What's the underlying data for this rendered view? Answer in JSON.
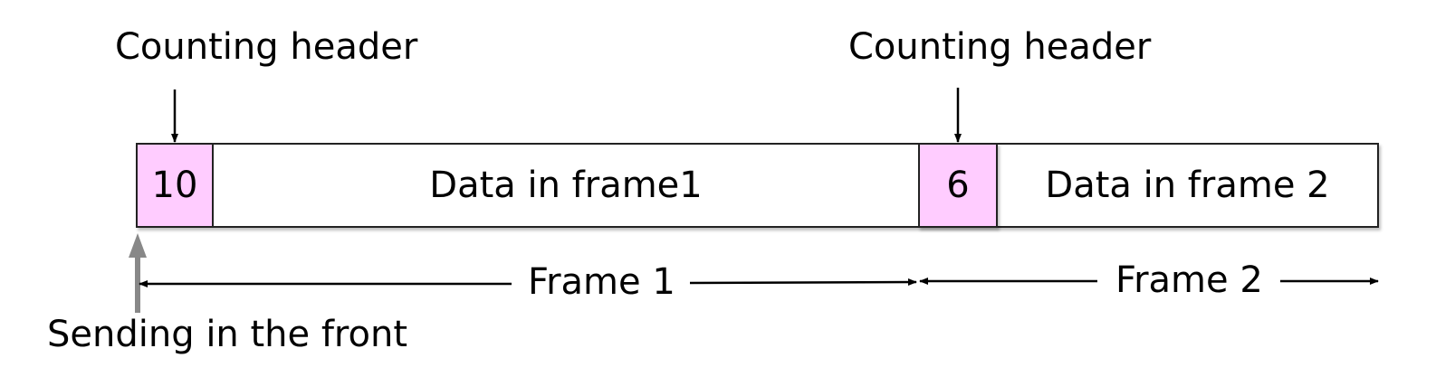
{
  "colors": {
    "header_fill": "#ffccff",
    "outline": "#222222",
    "arrow_gray": "#888888",
    "background": "#ffffff"
  },
  "annotations": {
    "header1_label": "Counting header",
    "header2_label": "Counting header",
    "sending_label": "Sending in the front"
  },
  "frames": [
    {
      "count": "10",
      "data_label": "Data in frame1",
      "span_label": "Frame 1"
    },
    {
      "count": "6",
      "data_label": "Data in frame 2",
      "span_label": "Frame 2"
    }
  ]
}
